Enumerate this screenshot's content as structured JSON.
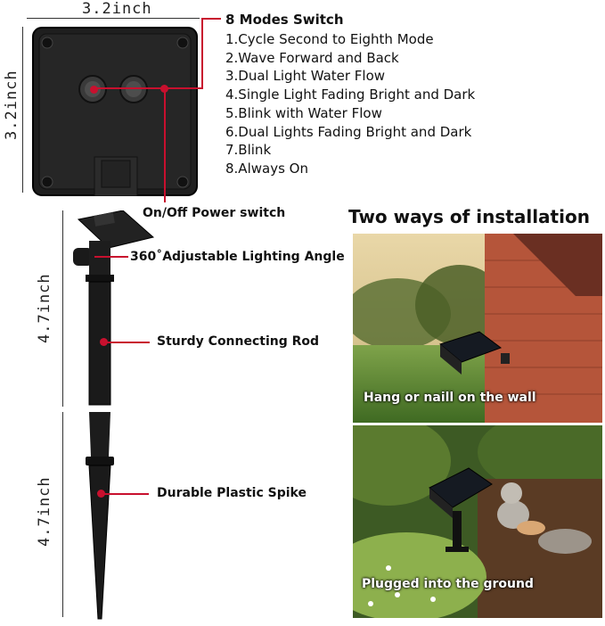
{
  "dimensions": {
    "box_width": "3.2inch",
    "box_height": "3.2inch",
    "rod_length": "4.7inch",
    "spike_length": "4.7inch"
  },
  "modes": {
    "title": "8 Modes Switch",
    "items": [
      "1.Cycle Second to Eighth Mode",
      "2.Wave Forward and Back",
      "3.Dual Light Water Flow",
      "4.Single Light Fading Bright and Dark",
      "5.Blink with Water Flow",
      "6.Dual Lights Fading Bright and Dark",
      "7.Blink",
      "8.Always On"
    ]
  },
  "callouts": {
    "power_switch": "On/Off Power switch",
    "angle": "360˚Adjustable Lighting Angle",
    "rod": "Sturdy Connecting Rod",
    "spike": "Durable Plastic Spike"
  },
  "installation": {
    "title": "Two ways of installation",
    "wall_caption": "Hang or naill on the wall",
    "ground_caption": "Plugged into the ground"
  },
  "colors": {
    "accent": "#c8102e",
    "product": "#1c1c1c"
  }
}
